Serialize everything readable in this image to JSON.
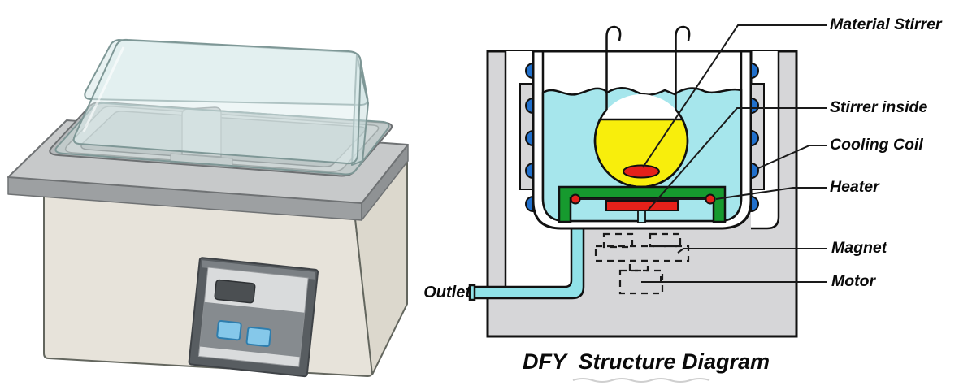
{
  "figure": {
    "background": "#ffffff",
    "left_illustration": {
      "name": "Laboratory water bath with transparent lid",
      "colors": {
        "body_front": "#e7e3da",
        "body_side": "#dcd8cd",
        "top_slab": "#c7c9ca",
        "slab_front": "#9da0a2",
        "panel_frame": "#585d61",
        "panel_face": "#d9dbdc",
        "display": "#4b4f52",
        "panel_band": "#868b8f",
        "button_fill": "#85c8ea",
        "button_border": "#2e7dad",
        "lid_edge": "#7e9796",
        "tray_rim": "#b5b8ba",
        "tray_inner": "#aeb2b4"
      }
    },
    "diagram": {
      "title": "DFY  Structure Diagram",
      "labels": {
        "material_stirrer": "Material Stirrer",
        "stirrer_inside": "Stirrer inside",
        "cooling_coil": "Cooling Coil",
        "heater": "Heater",
        "magnet": "Magnet",
        "motor": "Motor",
        "outlet": "Outlet"
      },
      "colors": {
        "casing": "#d6d6d8",
        "bath_water": "#a6e6ec",
        "outlet_pipe": "#90e2e8",
        "flask_liquid": "#f8ee0c",
        "stirrer_heater_red": "#e5211a",
        "heater_bracket_green": "#169a2e",
        "cooling_coil_blue": "#2170cc",
        "outline": "#111111"
      }
    }
  }
}
